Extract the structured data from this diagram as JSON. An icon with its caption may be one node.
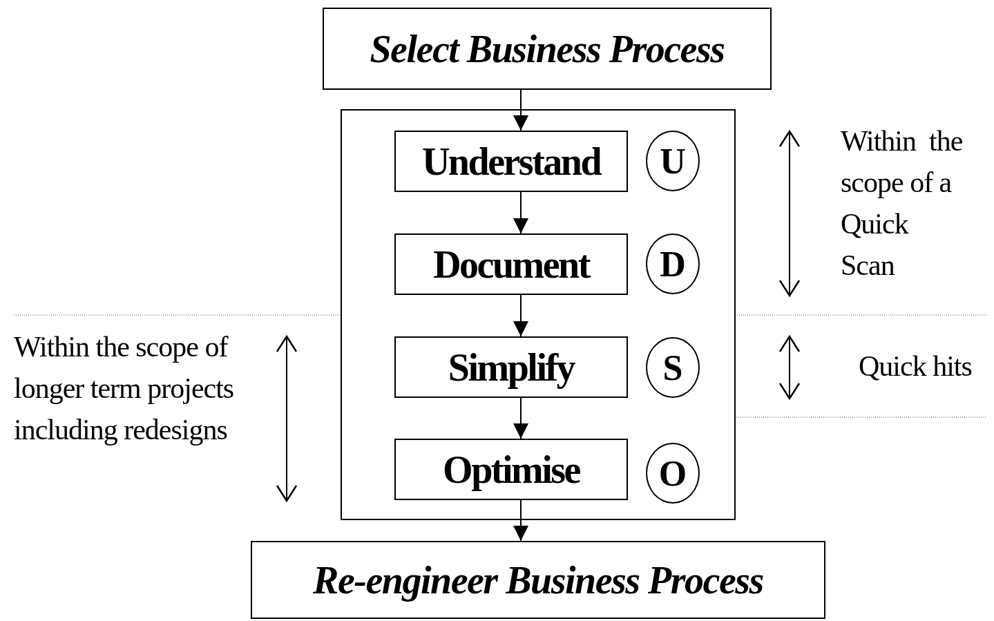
{
  "diagram": {
    "nodes": [
      {
        "text": [
          "Select Business Process"
        ]
      },
      {
        "text": [],
        "shape": "box"
      },
      {
        "text": [
          "Understand"
        ],
        "in": 1
      },
      {
        "text": [
          "U"
        ],
        "in": 1
      },
      {
        "text": [
          "Document"
        ],
        "in": 1
      },
      {
        "text": [
          "D"
        ],
        "in": 1
      },
      {
        "text": [
          "Simplify"
        ],
        "in": 1
      },
      {
        "text": [
          "S"
        ],
        "in": 1
      },
      {
        "text": [
          "Optimise"
        ],
        "in": 1
      },
      {
        "text": [
          "O"
        ],
        "in": 1
      },
      {
        "text": [
          "Re-engineer Business Process"
        ]
      }
    ],
    "edges": [
      {
        "from": 0,
        "to": 2,
        "arrow": "to"
      },
      {
        "from": 2,
        "to": 4,
        "arrow": "to"
      },
      {
        "from": 4,
        "to": 6,
        "arrow": "to"
      },
      {
        "from": 6,
        "to": 8,
        "arrow": "to"
      },
      {
        "from": 8,
        "to": 10,
        "arrow": "to"
      }
    ],
    "labels": [
      "Within  the scope of a Quick Scan",
      "Within the scope of longer term projects including redesigns",
      "Quick hits"
    ]
  }
}
